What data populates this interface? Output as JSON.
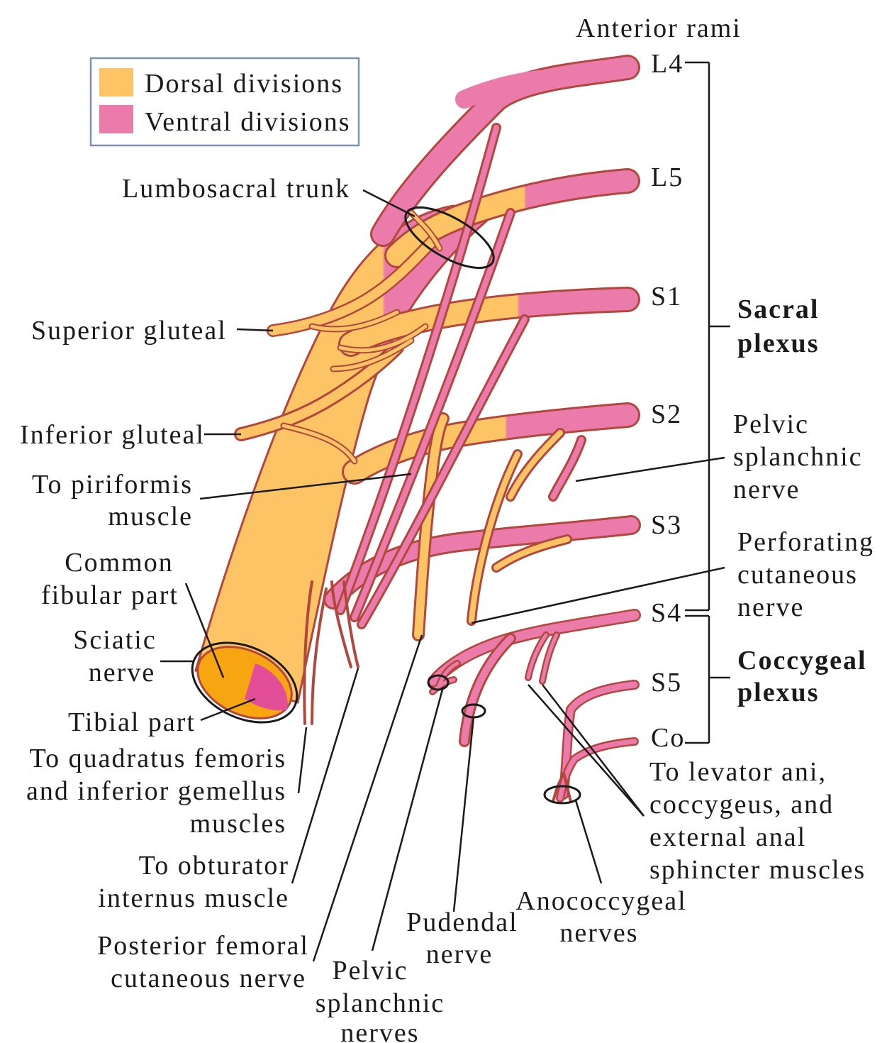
{
  "colors": {
    "dorsal": "#fcc464",
    "ventral": "#ea7bab",
    "outline": "#b2473e",
    "cut_dorsal": "#f7a510",
    "cut_ventral": "#e44d98"
  },
  "legend": {
    "dorsal": "Dorsal divisions",
    "ventral": "Ventral divisions"
  },
  "header": "Anterior rami",
  "rami": [
    "L4",
    "L5",
    "S1",
    "S2",
    "S3",
    "S4",
    "S5",
    "Co"
  ],
  "groups": {
    "sacral": [
      "Sacral",
      "plexus"
    ],
    "coccygeal": [
      "Coccygeal",
      "plexus"
    ]
  },
  "labels": {
    "lumbosacral_trunk": "Lumbosacral trunk",
    "superior_gluteal": "Superior gluteal",
    "inferior_gluteal": "Inferior gluteal",
    "piriformis": [
      "To piriformis",
      "muscle"
    ],
    "common_fibular": [
      "Common",
      "fibular part"
    ],
    "sciatic": [
      "Sciatic",
      "nerve"
    ],
    "tibial": "Tibial part",
    "quadratus": [
      "To quadratus femoris",
      "and inferior gemellus",
      "muscles"
    ],
    "obturator": [
      "To obturator",
      "internus muscle"
    ],
    "post_femoral": [
      "Posterior femoral",
      "cutaneous nerve"
    ],
    "pelvic_splanchnic_nerves": [
      "Pelvic",
      "splanchnic",
      "nerves"
    ],
    "pudendal": [
      "Pudendal",
      "nerve"
    ],
    "anococcygeal": [
      "Anococcygeal",
      "nerves"
    ],
    "levator": [
      "To levator ani,",
      "coccygeus, and",
      "external anal",
      "sphincter muscles"
    ],
    "pelvic_splanchnic_nerve": [
      "Pelvic",
      "splanchnic",
      "nerve"
    ],
    "perforating": [
      "Perforating",
      "cutaneous",
      "nerve"
    ]
  }
}
